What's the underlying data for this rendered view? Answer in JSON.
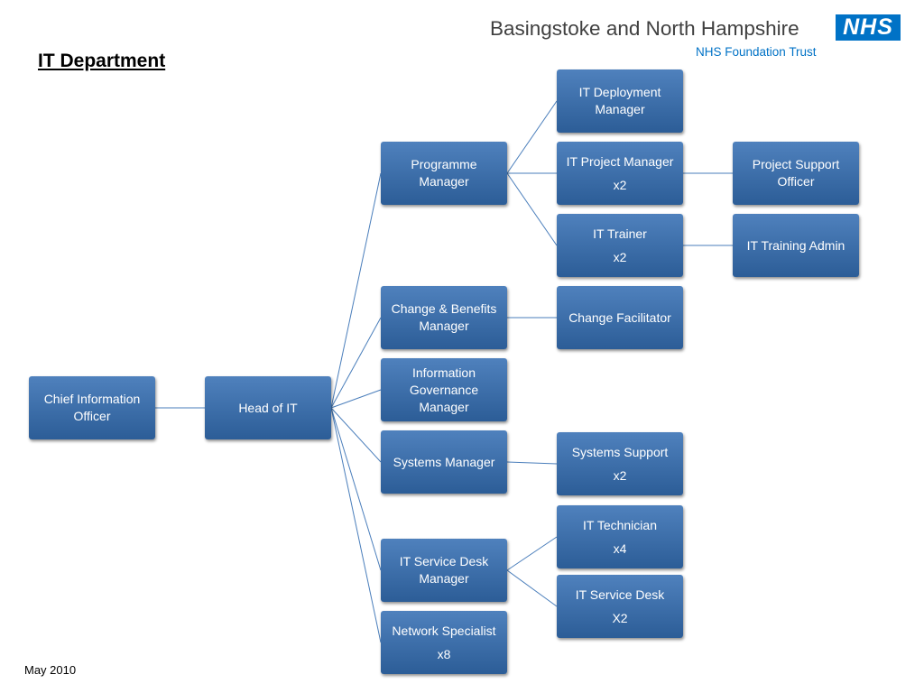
{
  "header": {
    "title": "IT Department",
    "org_name": "Basingstoke and North Hampshire",
    "org_sub": "NHS Foundation Trust",
    "logo_text": "NHS"
  },
  "footer": {
    "date": "May 2010"
  },
  "colors": {
    "box": "#3b6ea8",
    "line": "#4a7ebb",
    "nhs_blue": "#0072c6"
  },
  "nodes": {
    "cio": {
      "label": "Chief Information Officer"
    },
    "hoit": {
      "label": "Head of IT"
    },
    "pm": {
      "label": "Programme Manager"
    },
    "cbm": {
      "label": "Change & Benefits Manager"
    },
    "igm": {
      "label": "Information Governance Manager"
    },
    "sm": {
      "label": "Systems Manager"
    },
    "sdm": {
      "label": "IT Service Desk Manager"
    },
    "ns": {
      "label": "Network Specialist",
      "count": "x8"
    },
    "dep": {
      "label": "IT Deployment Manager"
    },
    "proj": {
      "label": "IT Project Manager",
      "count": "x2"
    },
    "train": {
      "label": "IT Trainer",
      "count": "x2"
    },
    "cf": {
      "label": "Change Facilitator"
    },
    "ss": {
      "label": "Systems Support",
      "count": "x2"
    },
    "tech": {
      "label": "IT Technician",
      "count": "x4"
    },
    "sd": {
      "label": "IT Service Desk",
      "count": "X2"
    },
    "pso": {
      "label": "Project Support Officer"
    },
    "ta": {
      "label": "IT Training Admin"
    }
  }
}
